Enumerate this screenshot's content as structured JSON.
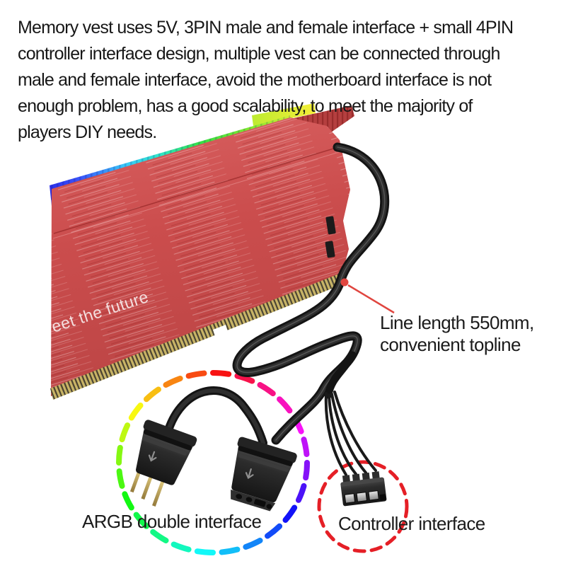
{
  "page": {
    "background": "#ffffff"
  },
  "description": {
    "lines": [
      "Memory vest uses 5V, 3PIN male and female interface + small 4PIN",
      "controller interface design, multiple vest can be connected through",
      "male and female interface, avoid the motherboard interface is not",
      "enough problem, has a good scalability, to meet the majority of",
      "players DIY needs."
    ]
  },
  "module": {
    "heatsink_text": "eet the future",
    "heatsink_color": "#cf4f4f",
    "rgb_bar_colors": [
      "#2a2ae8",
      "#3a55fa",
      "#38c8f8",
      "#2ee6c8",
      "#35e045",
      "#7fe92e",
      "#f4ee38"
    ],
    "pin_color": "#c9b566",
    "cable_color": "#141414"
  },
  "annotations": {
    "line_length": {
      "text_line1": "Line length 550mm,",
      "text_line2": "convenient topline",
      "pointer_color": "#e0453f"
    },
    "argb": {
      "label": "ARGB double interface",
      "ring_style": "rainbow-dashed"
    },
    "controller": {
      "label": "Controller interface",
      "ring_color": "#e51f26"
    }
  }
}
